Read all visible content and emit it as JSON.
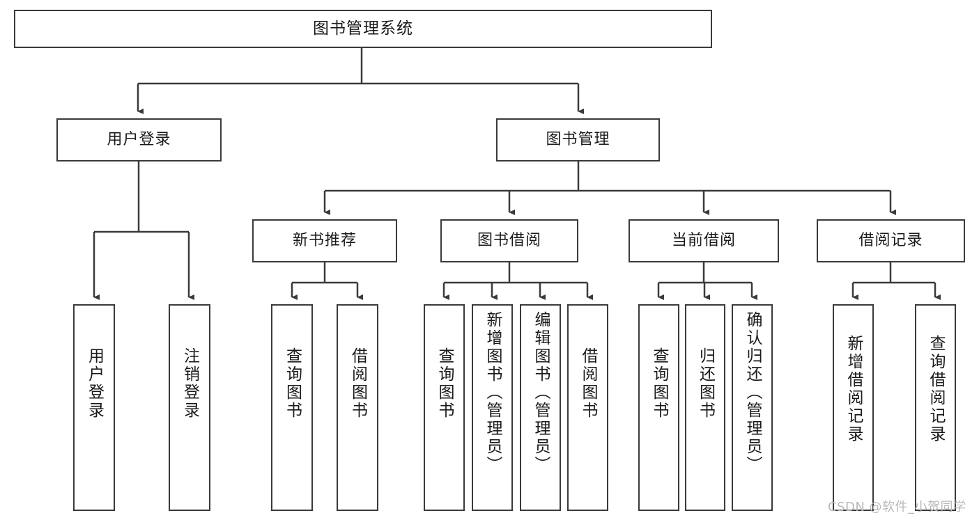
{
  "diagram": {
    "title": "图书管理系统",
    "type": "hierarchy-tree",
    "stroke_color": "#3a3a3a",
    "fill_color": "#ffffff",
    "text_color": "#1a1a1a",
    "levels": {
      "root": {
        "label": "图书管理系统"
      },
      "level1": [
        {
          "label": "用户登录"
        },
        {
          "label": "图书管理"
        }
      ],
      "level2": [
        {
          "label": "新书推荐"
        },
        {
          "label": "图书借阅"
        },
        {
          "label": "当前借阅"
        },
        {
          "label": "借阅记录"
        }
      ],
      "leaves": [
        {
          "label": "用户登录",
          "parent": "用户登录"
        },
        {
          "label": "注销登录",
          "parent": "用户登录"
        },
        {
          "label": "查询图书",
          "parent": "新书推荐"
        },
        {
          "label": "借阅图书",
          "parent": "新书推荐"
        },
        {
          "label": "查询图书",
          "parent": "图书借阅"
        },
        {
          "label": "新增图书（管理员）",
          "parent": "图书借阅"
        },
        {
          "label": "编辑图书（管理员）",
          "parent": "图书借阅"
        },
        {
          "label": "借阅图书",
          "parent": "图书借阅"
        },
        {
          "label": "查询图书",
          "parent": "当前借阅"
        },
        {
          "label": "归还图书",
          "parent": "当前借阅"
        },
        {
          "label": "确认归还（管理员）",
          "parent": "当前借阅"
        },
        {
          "label": "新增借阅记录",
          "parent": "借阅记录"
        },
        {
          "label": "查询借阅记录",
          "parent": "借阅记录"
        }
      ]
    }
  },
  "watermark": {
    "text": "CSDN @软件_小贺同学"
  }
}
